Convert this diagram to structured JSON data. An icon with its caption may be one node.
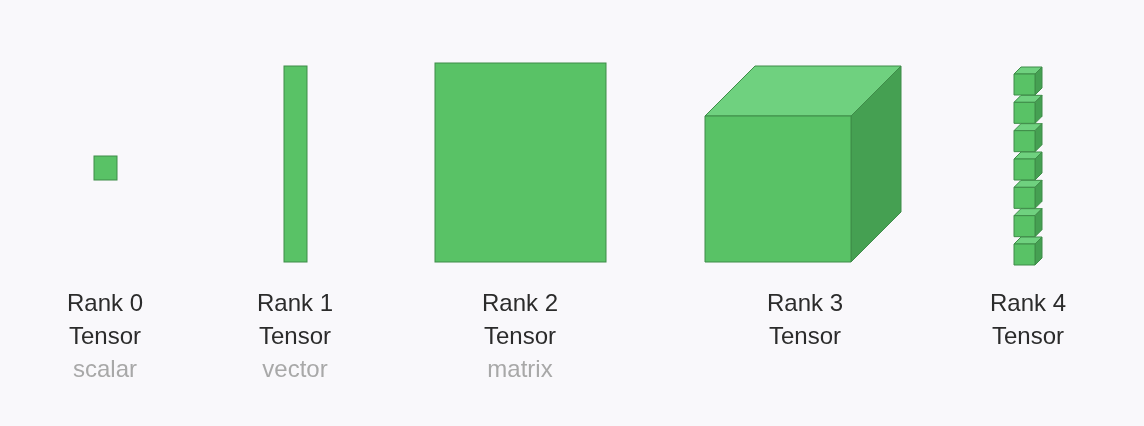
{
  "diagram": {
    "nodes": [
      {
        "text": [],
        "shape": "box",
        "beside": [
          "Rank 0 Tensor",
          "scalar"
        ]
      },
      {
        "text": [],
        "shape": "bar",
        "beside": [
          "Rank 1 Tensor",
          "vector"
        ]
      },
      {
        "text": [],
        "shape": "box",
        "beside": [
          "Rank 2 Tensor",
          "matrix"
        ]
      },
      {
        "text": [],
        "shape": "cube",
        "beside": [
          "Rank 3 Tensor"
        ]
      },
      {
        "text": [],
        "shape": "cubes",
        "beside": [
          "Rank 4 Tensor"
        ]
      }
    ]
  }
}
